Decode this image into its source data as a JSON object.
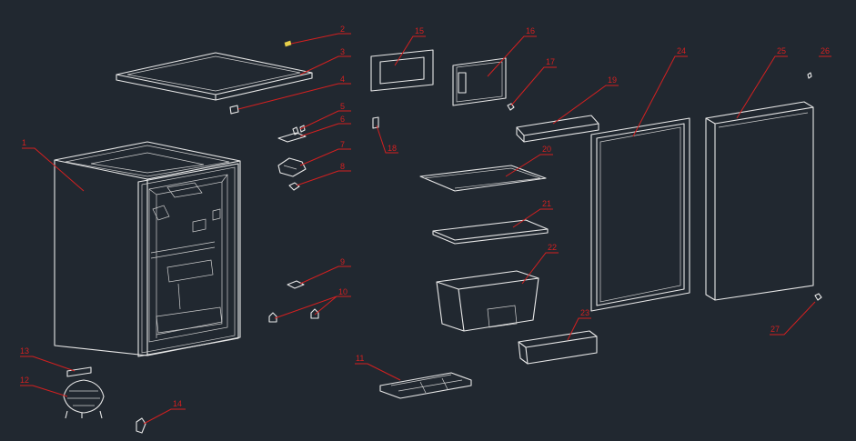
{
  "diagram": {
    "background": "#212830",
    "line_color": "#e8e8e8",
    "label_color": "#d42020",
    "callouts": [
      "1",
      "2",
      "3",
      "4",
      "5",
      "6",
      "7",
      "8",
      "9",
      "10",
      "11",
      "12",
      "13",
      "14",
      "15",
      "16",
      "17",
      "18",
      "19",
      "20",
      "21",
      "22",
      "23",
      "24",
      "25",
      "26",
      "27"
    ]
  }
}
